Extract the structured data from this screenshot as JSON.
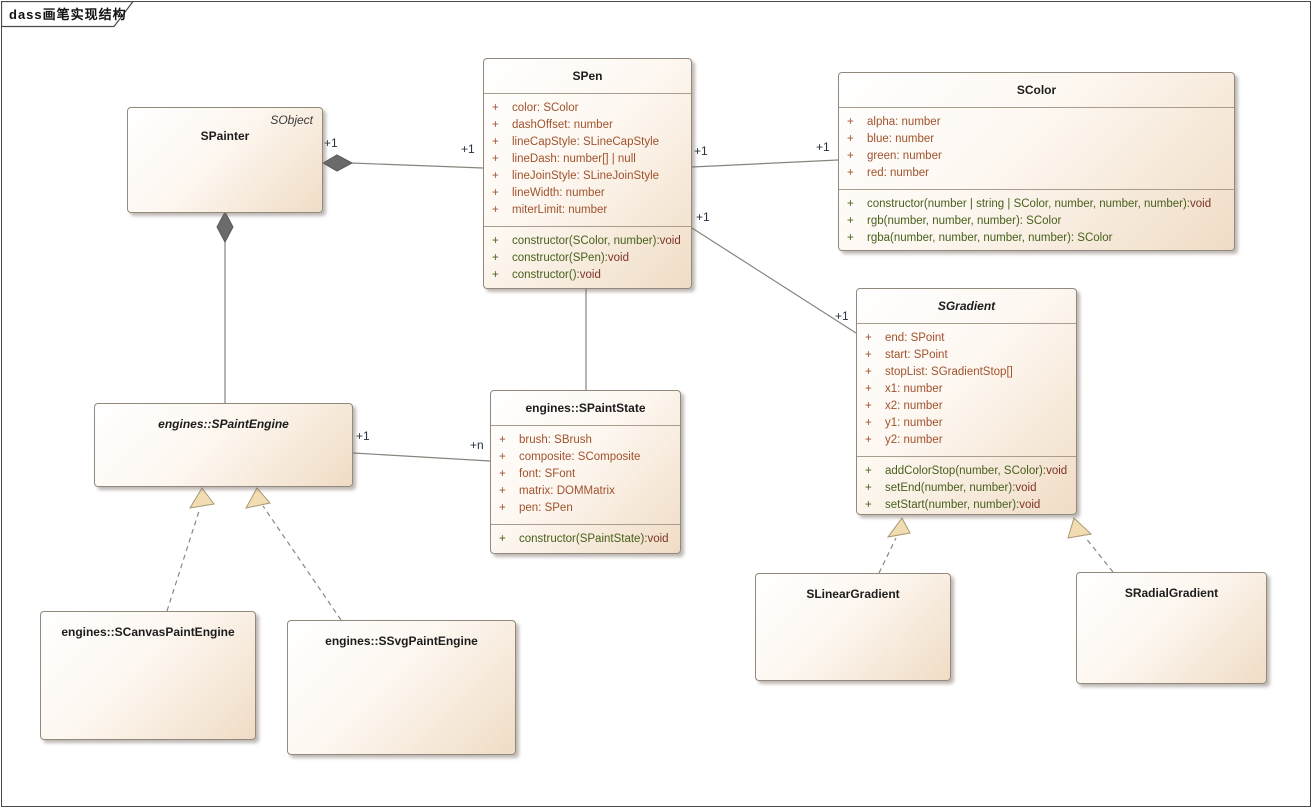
{
  "frame": {
    "title": "dass画笔实现结构"
  },
  "colors": {
    "attribute_text": "#a0522d",
    "method_text": "#47601c",
    "void_return_text": "#7d3327",
    "multiplicity_text": "#26303e",
    "box_border": "#92897c",
    "box_gradient_start": "#ffffff",
    "box_gradient_end": "#f0dcc5",
    "connector_line": "#85857d",
    "diamond_fill": "#6b6b6b",
    "arrowhead_fill": "#f2dcb2"
  },
  "classes": {
    "spainter": {
      "title": "SPainter",
      "stereotype": "SObject",
      "attributes": [],
      "methods": []
    },
    "spen": {
      "title": "SPen",
      "attributes": [
        {
          "v": "+",
          "t": "color: SColor"
        },
        {
          "v": "+",
          "t": "dashOffset: number"
        },
        {
          "v": "+",
          "t": "lineCapStyle: SLineCapStyle"
        },
        {
          "v": "+",
          "t": "lineDash: number[] | null"
        },
        {
          "v": "+",
          "t": "lineJoinStyle: SLineJoinStyle"
        },
        {
          "v": "+",
          "t": "lineWidth: number"
        },
        {
          "v": "+",
          "t": "miterLimit: number"
        }
      ],
      "methods": [
        {
          "v": "+",
          "t": "constructor(SColor, number): void"
        },
        {
          "v": "+",
          "t": "constructor(SPen): void"
        },
        {
          "v": "+",
          "t": "constructor(): void"
        }
      ]
    },
    "scolor": {
      "title": "SColor",
      "attributes": [
        {
          "v": "+",
          "t": "alpha: number"
        },
        {
          "v": "+",
          "t": "blue: number"
        },
        {
          "v": "+",
          "t": "green: number"
        },
        {
          "v": "+",
          "t": "red: number"
        }
      ],
      "methods": [
        {
          "v": "+",
          "t": "constructor(number | string | SColor, number, number, number): void"
        },
        {
          "v": "+",
          "t": "rgb(number, number, number): SColor"
        },
        {
          "v": "+",
          "t": "rgba(number, number, number, number): SColor"
        }
      ]
    },
    "sgradient": {
      "title": "SGradient",
      "abstract": true,
      "attributes": [
        {
          "v": "+",
          "t": "end: SPoint"
        },
        {
          "v": "+",
          "t": "start: SPoint"
        },
        {
          "v": "+",
          "t": "stopList: SGradientStop[]"
        },
        {
          "v": "+",
          "t": "x1: number"
        },
        {
          "v": "+",
          "t": "x2: number"
        },
        {
          "v": "+",
          "t": "y1: number"
        },
        {
          "v": "+",
          "t": "y2: number"
        }
      ],
      "methods": [
        {
          "v": "+",
          "t": "addColorStop(number, SColor): void"
        },
        {
          "v": "+",
          "t": "setEnd(number, number): void"
        },
        {
          "v": "+",
          "t": "setStart(number, number): void"
        }
      ]
    },
    "spaintstate": {
      "title": "engines::SPaintState",
      "attributes": [
        {
          "v": "+",
          "t": "brush: SBrush"
        },
        {
          "v": "+",
          "t": "composite: SComposite"
        },
        {
          "v": "+",
          "t": "font: SFont"
        },
        {
          "v": "+",
          "t": "matrix: DOMMatrix"
        },
        {
          "v": "+",
          "t": "pen: SPen"
        }
      ],
      "methods": [
        {
          "v": "+",
          "t": "constructor(SPaintState): void"
        }
      ]
    },
    "spaintengine": {
      "title": "engines::SPaintEngine",
      "abstract": true,
      "attributes": [],
      "methods": []
    },
    "scanvaspaintengine": {
      "title": "engines::SCanvasPaintEngine",
      "attributes": [],
      "methods": []
    },
    "ssvgpaintengine": {
      "title": "engines::SSvgPaintEngine",
      "attributes": [],
      "methods": []
    },
    "slineargradient": {
      "title": "SLinearGradient",
      "attributes": [],
      "methods": []
    },
    "sradialgradient": {
      "title": "SRadialGradient",
      "attributes": [],
      "methods": []
    }
  },
  "relationships": {
    "painter_pen": {
      "type": "composition",
      "from": "SPainter",
      "to": "SPen",
      "label_a": "+1",
      "label_b": "+1"
    },
    "pen_color": {
      "type": "association",
      "from": "SPen",
      "to": "SColor",
      "label_a": "+1",
      "label_b": "+1"
    },
    "pen_gradient": {
      "type": "association",
      "from": "SPen",
      "to": "SGradient",
      "label_a": "+1",
      "label_b": "+1"
    },
    "painter_engine": {
      "type": "composition",
      "from": "SPainter",
      "to": "engines::SPaintEngine"
    },
    "engine_state": {
      "type": "association",
      "from": "engines::SPaintEngine",
      "to": "engines::SPaintState",
      "label_a": "+1",
      "label_b": "+n"
    },
    "pen_state": {
      "type": "association",
      "from": "SPen",
      "to": "engines::SPaintState"
    },
    "canvas_engine": {
      "type": "generalization",
      "from": "engines::SCanvasPaintEngine",
      "to": "engines::SPaintEngine"
    },
    "svg_engine": {
      "type": "generalization",
      "from": "engines::SSvgPaintEngine",
      "to": "engines::SPaintEngine"
    },
    "linear_gradient": {
      "type": "generalization",
      "from": "SLinearGradient",
      "to": "SGradient"
    },
    "radial_gradient": {
      "type": "generalization",
      "from": "SRadialGradient",
      "to": "SGradient"
    }
  }
}
